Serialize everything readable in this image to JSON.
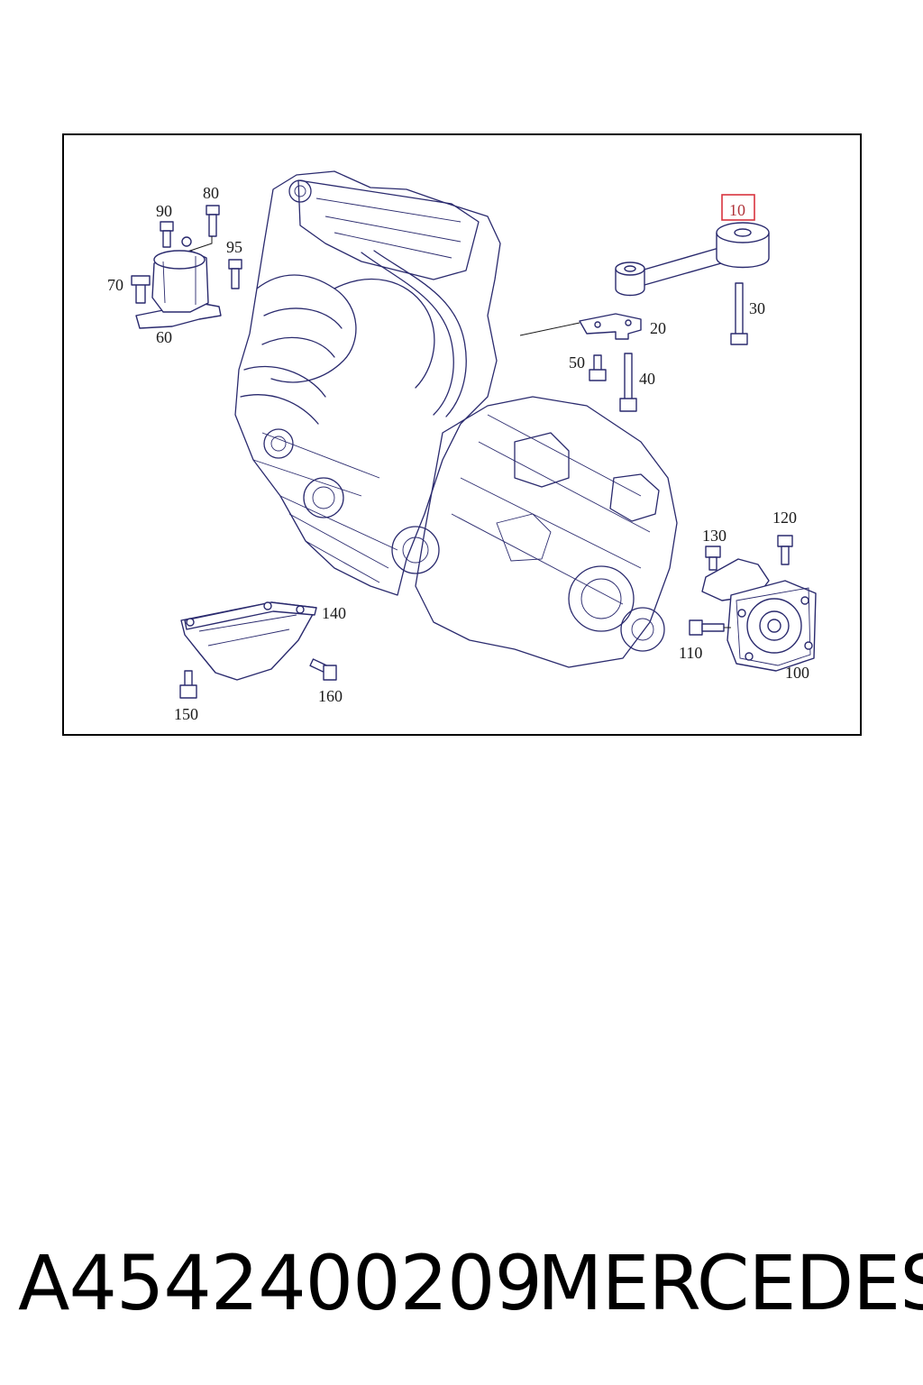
{
  "diagram": {
    "labels": {
      "p10": "10",
      "p20": "20",
      "p30": "30",
      "p40": "40",
      "p50": "50",
      "p60": "60",
      "p70": "70",
      "p80": "80",
      "p90": "90",
      "p95": "95",
      "p100": "100",
      "p110": "110",
      "p120": "120",
      "p130": "130",
      "p140": "140",
      "p150": "150",
      "p160": "160"
    },
    "highlight": {
      "part": "10",
      "color": "#d9343f"
    }
  },
  "footer": {
    "part_number": "A4542400209",
    "brand": "MERCEDES"
  }
}
